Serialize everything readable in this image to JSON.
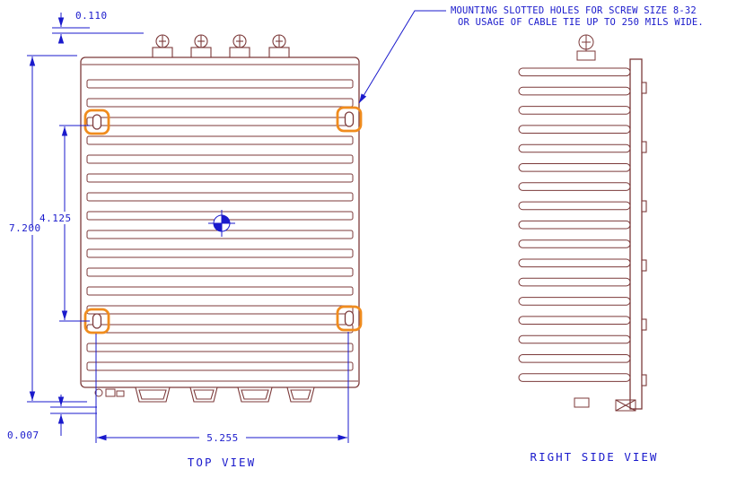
{
  "annotation": {
    "line1": "MOUNTING SLOTTED HOLES FOR SCREW SIZE 8-32",
    "line2": "OR USAGE OF CABLE TIE UP TO 250 MILS WIDE."
  },
  "dimensions": {
    "top_offset": "0.110",
    "overall_height": "7.200",
    "slot_spacing_vertical": "4.125",
    "bottom_offset": "0.007",
    "slot_spacing_horizontal": "5.255"
  },
  "labels": {
    "top_view": "TOP VIEW",
    "right_side_view": "RIGHT SIDE VIEW"
  },
  "colors": {
    "geometry": "#7c3a3a",
    "dimension": "#1a1acc",
    "highlight": "#f08c1e"
  }
}
